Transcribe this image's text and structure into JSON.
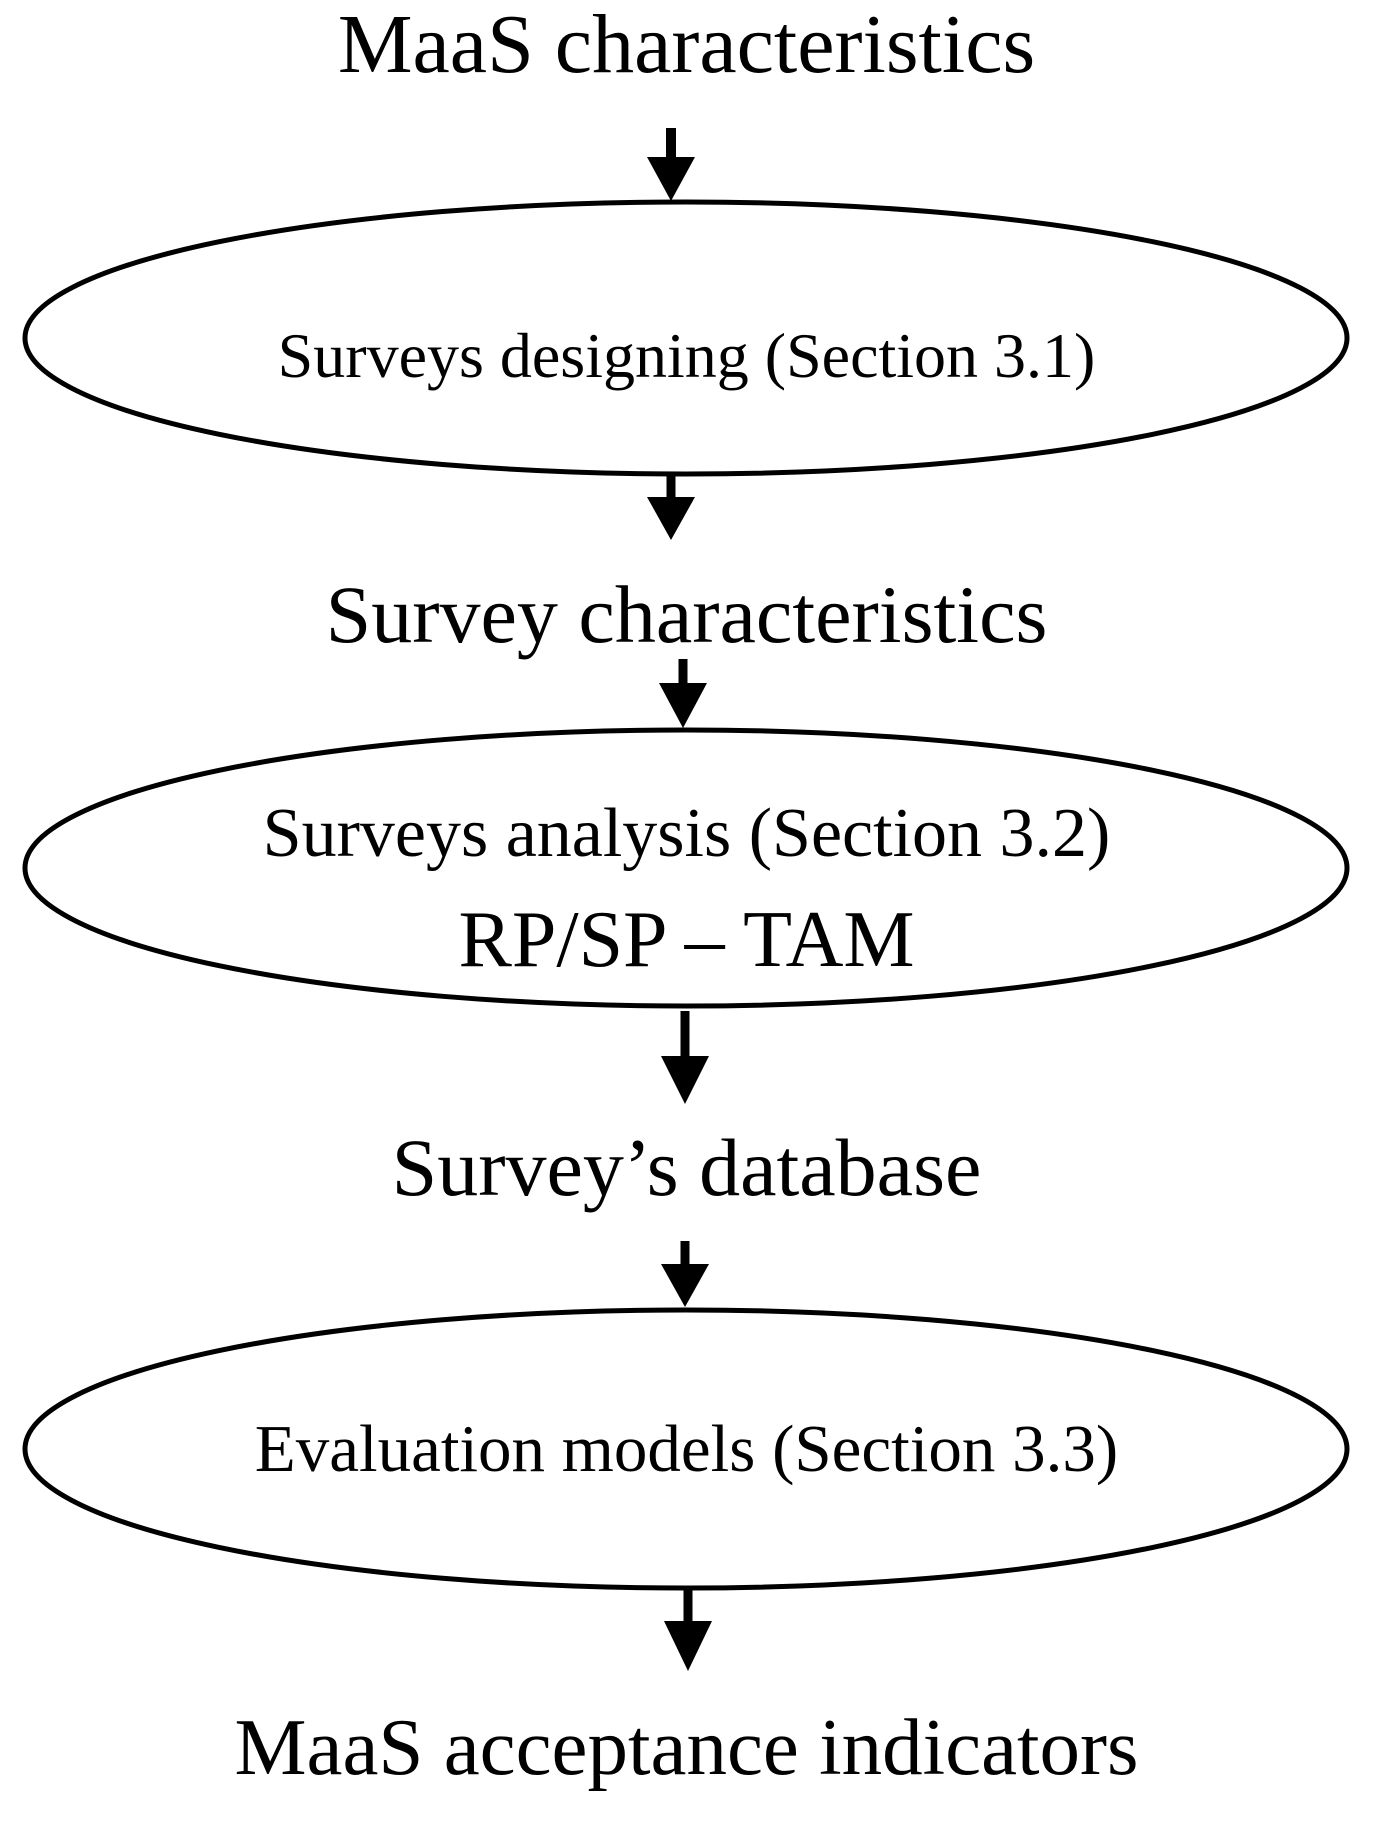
{
  "diagram": {
    "type": "flowchart",
    "direction": "top-down",
    "colors": {
      "stroke": "#000000",
      "text": "#000000",
      "background": "#ffffff",
      "node_fill": "#ffffff"
    },
    "flow": [
      {
        "kind": "label",
        "text": "MaaS characteristics"
      },
      {
        "kind": "arrow",
        "direction": "down"
      },
      {
        "kind": "ellipse",
        "lines": [
          "Surveys designing (Section 3.1)"
        ]
      },
      {
        "kind": "arrow",
        "direction": "down"
      },
      {
        "kind": "label",
        "text": "Survey characteristics"
      },
      {
        "kind": "arrow",
        "direction": "down"
      },
      {
        "kind": "ellipse",
        "lines": [
          "Surveys analysis (Section 3.2)",
          "RP/SP – TAM"
        ]
      },
      {
        "kind": "arrow",
        "direction": "down"
      },
      {
        "kind": "label",
        "text": "Survey’s database"
      },
      {
        "kind": "arrow",
        "direction": "down"
      },
      {
        "kind": "ellipse",
        "lines": [
          "Evaluation models (Section 3.3)"
        ]
      },
      {
        "kind": "arrow",
        "direction": "down"
      },
      {
        "kind": "label",
        "text": "MaaS acceptance indicators"
      }
    ]
  }
}
